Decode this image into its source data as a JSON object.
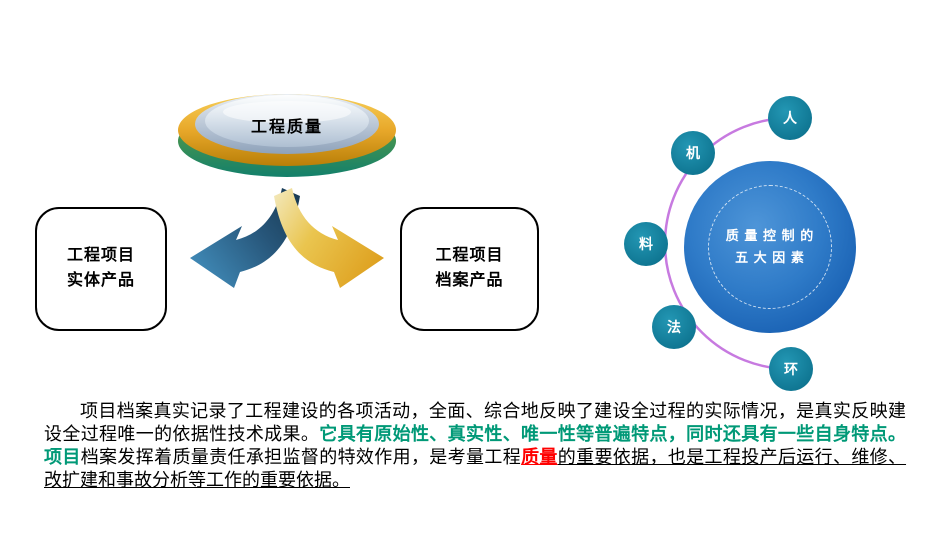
{
  "colors": {
    "teal_text": "#009977",
    "red_text": "#ff0000",
    "factor_circle": "#0e7490",
    "big_circle_blue": "#1a62b4",
    "arc_purple": "#c77ae0",
    "disc_gold": "#e2a722",
    "disc_silver": "#c3cedd",
    "arrow_blue": "#2d6a9e",
    "arrow_gold": "#e8b83a"
  },
  "slide": {
    "disc_label": "工程质量",
    "left_box": {
      "line1": "工程项目",
      "line2": "实体产品"
    },
    "right_box": {
      "line1": "工程项目",
      "line2": "档案产品"
    },
    "quality_circle": {
      "line1": "质 量 控 制 的",
      "line2": "五 大 因 素"
    },
    "factors": [
      {
        "label": "人"
      },
      {
        "label": "机"
      },
      {
        "label": "料"
      },
      {
        "label": "法"
      },
      {
        "label": "环"
      }
    ],
    "paragraph": {
      "segments": [
        {
          "text": "项目档案真实记录了工程建设的各项活动，全面、综合地反映了建设全过程的实际情况，是真实反映建设全过程唯一的依据性技术成果。",
          "style": "normal"
        },
        {
          "text": "它具有原始性、真实性、唯一性等普遍特点，同时还具有一些自身特点。项目",
          "style": "teal"
        },
        {
          "text": "档案发挥着质量责任承担监督的特效作用，是考量工程",
          "style": "normal"
        },
        {
          "text": "质量",
          "style": "red-underline"
        },
        {
          "text": "的重要依据，也是工程投产后运行、维修、 改扩建和事故分析等工作的重要依据。",
          "style": "underline"
        }
      ]
    }
  }
}
